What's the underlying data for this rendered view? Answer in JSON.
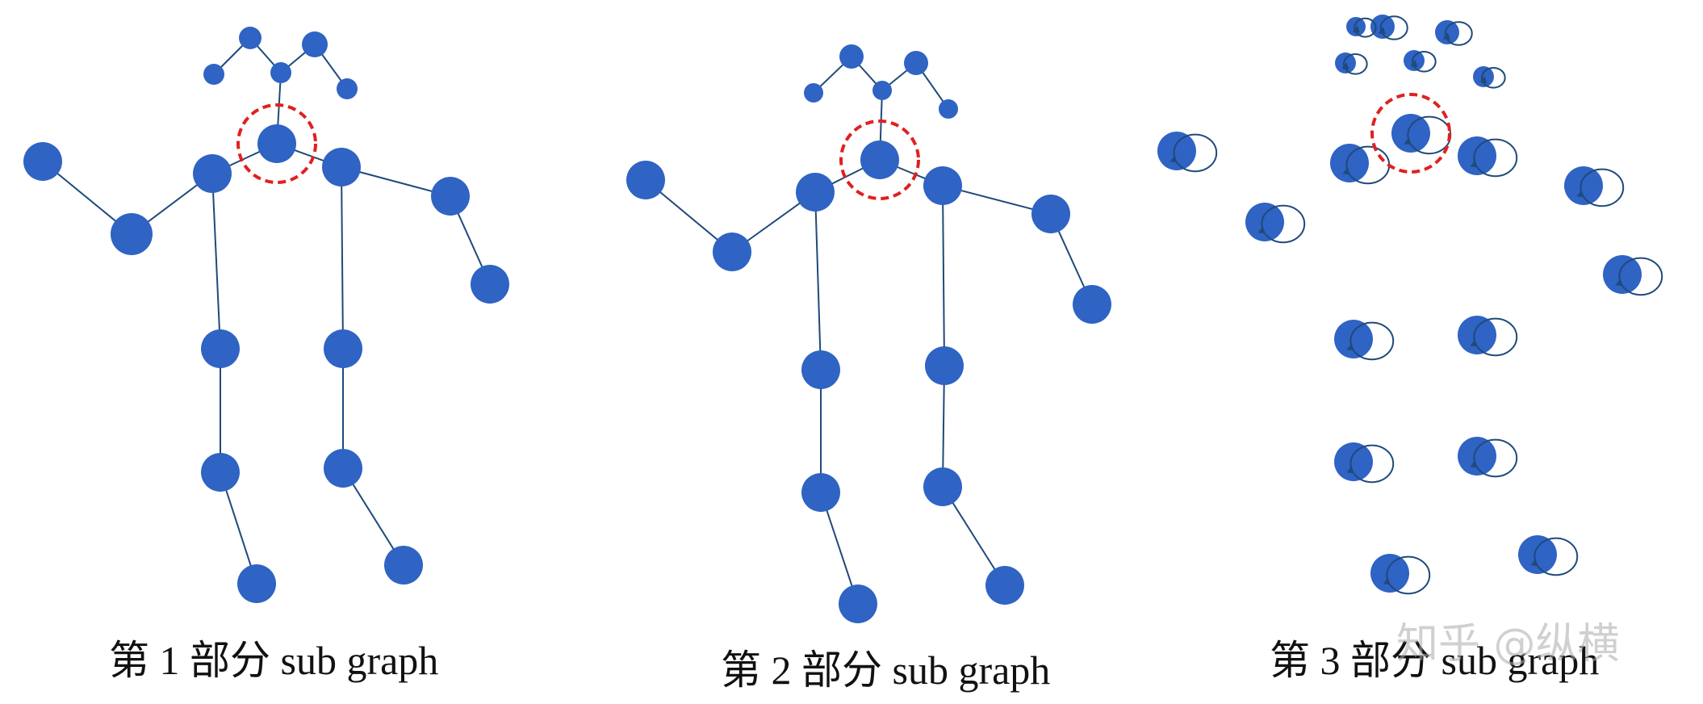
{
  "colors": {
    "node": "#2f63c4",
    "edge": "#1f4a7a",
    "highlight": "#e02020"
  },
  "panels": [
    {
      "caption": "第 1 部分 sub graph",
      "nodes": [
        {
          "id": "head_top_l",
          "r": 14
        },
        {
          "id": "head_top_r",
          "r": 16
        },
        {
          "id": "ear_l",
          "r": 13
        },
        {
          "id": "ear_r",
          "r": 13
        },
        {
          "id": "nose",
          "r": 13
        },
        {
          "id": "neck",
          "r": 24
        },
        {
          "id": "sh_l",
          "r": 24
        },
        {
          "id": "sh_r",
          "r": 24
        },
        {
          "id": "el_l",
          "r": 26
        },
        {
          "id": "el_r",
          "r": 24
        },
        {
          "id": "wr_l",
          "r": 24
        },
        {
          "id": "wr_r",
          "r": 24
        },
        {
          "id": "hip_l",
          "r": 24
        },
        {
          "id": "hip_r",
          "r": 24
        },
        {
          "id": "kn_l",
          "r": 24
        },
        {
          "id": "kn_r",
          "r": 24
        },
        {
          "id": "an_l",
          "r": 24
        },
        {
          "id": "an_r",
          "r": 24
        }
      ],
      "edges": [
        [
          "nose",
          "head_top_l"
        ],
        [
          "nose",
          "head_top_r"
        ],
        [
          "head_top_l",
          "ear_l"
        ],
        [
          "head_top_r",
          "ear_r"
        ],
        [
          "neck",
          "nose"
        ],
        [
          "neck",
          "sh_l"
        ],
        [
          "neck",
          "sh_r"
        ],
        [
          "sh_l",
          "el_l"
        ],
        [
          "el_l",
          "wr_l"
        ],
        [
          "sh_r",
          "el_r"
        ],
        [
          "el_r",
          "wr_r"
        ],
        [
          "sh_l",
          "hip_l"
        ],
        [
          "hip_l",
          "kn_l"
        ],
        [
          "kn_l",
          "an_l"
        ],
        [
          "sh_r",
          "hip_r"
        ],
        [
          "hip_r",
          "kn_r"
        ],
        [
          "kn_r",
          "an_r"
        ]
      ],
      "highlight": "neck"
    },
    {
      "caption": "第 2 部分 sub graph",
      "nodes": [
        {
          "id": "head_top_l",
          "r": 15
        },
        {
          "id": "head_top_r",
          "r": 15
        },
        {
          "id": "ear_l",
          "r": 12
        },
        {
          "id": "ear_r",
          "r": 12
        },
        {
          "id": "nose",
          "r": 12
        },
        {
          "id": "neck",
          "r": 24
        },
        {
          "id": "sh_l",
          "r": 24
        },
        {
          "id": "sh_r",
          "r": 24
        },
        {
          "id": "el_l",
          "r": 24
        },
        {
          "id": "el_r",
          "r": 24
        },
        {
          "id": "wr_l",
          "r": 24
        },
        {
          "id": "wr_r",
          "r": 24
        },
        {
          "id": "hip_l",
          "r": 24
        },
        {
          "id": "hip_r",
          "r": 24
        },
        {
          "id": "kn_l",
          "r": 24
        },
        {
          "id": "kn_r",
          "r": 24
        },
        {
          "id": "an_l",
          "r": 24
        },
        {
          "id": "an_r",
          "r": 24
        }
      ],
      "edges": [
        [
          "head_top_l",
          "nose"
        ],
        [
          "head_top_r",
          "nose"
        ],
        [
          "ear_l",
          "head_top_l"
        ],
        [
          "ear_r",
          "head_top_r"
        ],
        [
          "nose",
          "neck"
        ],
        [
          "sh_l",
          "neck"
        ],
        [
          "sh_r",
          "neck"
        ],
        [
          "el_l",
          "sh_l"
        ],
        [
          "wr_l",
          "el_l"
        ],
        [
          "el_r",
          "sh_r"
        ],
        [
          "wr_r",
          "el_r"
        ],
        [
          "hip_l",
          "sh_l"
        ],
        [
          "kn_l",
          "hip_l"
        ],
        [
          "an_l",
          "kn_l"
        ],
        [
          "hip_r",
          "sh_r"
        ],
        [
          "kn_r",
          "hip_r"
        ],
        [
          "an_r",
          "kn_r"
        ]
      ],
      "highlight": "neck"
    },
    {
      "caption": "第 3 部分 sub graph",
      "nodes": [
        {
          "id": "head_top_l",
          "r": 15
        },
        {
          "id": "head_top_r",
          "r": 15
        },
        {
          "id": "ear_l",
          "r": 13
        },
        {
          "id": "ear_r",
          "r": 13
        },
        {
          "id": "nose",
          "r": 13
        },
        {
          "id": "eye_r",
          "r": 12
        },
        {
          "id": "neck",
          "r": 24
        },
        {
          "id": "sh_l",
          "r": 24
        },
        {
          "id": "sh_r",
          "r": 24
        },
        {
          "id": "el_l",
          "r": 24
        },
        {
          "id": "el_r",
          "r": 24
        },
        {
          "id": "wr_l",
          "r": 24
        },
        {
          "id": "wr_r",
          "r": 24
        },
        {
          "id": "hip_l",
          "r": 24
        },
        {
          "id": "hip_r",
          "r": 24
        },
        {
          "id": "kn_l",
          "r": 24
        },
        {
          "id": "kn_r",
          "r": 24
        },
        {
          "id": "an_l",
          "r": 24
        },
        {
          "id": "an_r",
          "r": 24
        }
      ],
      "self_loops": true,
      "highlight": "neck"
    }
  ],
  "watermark": "知乎 @纵横"
}
